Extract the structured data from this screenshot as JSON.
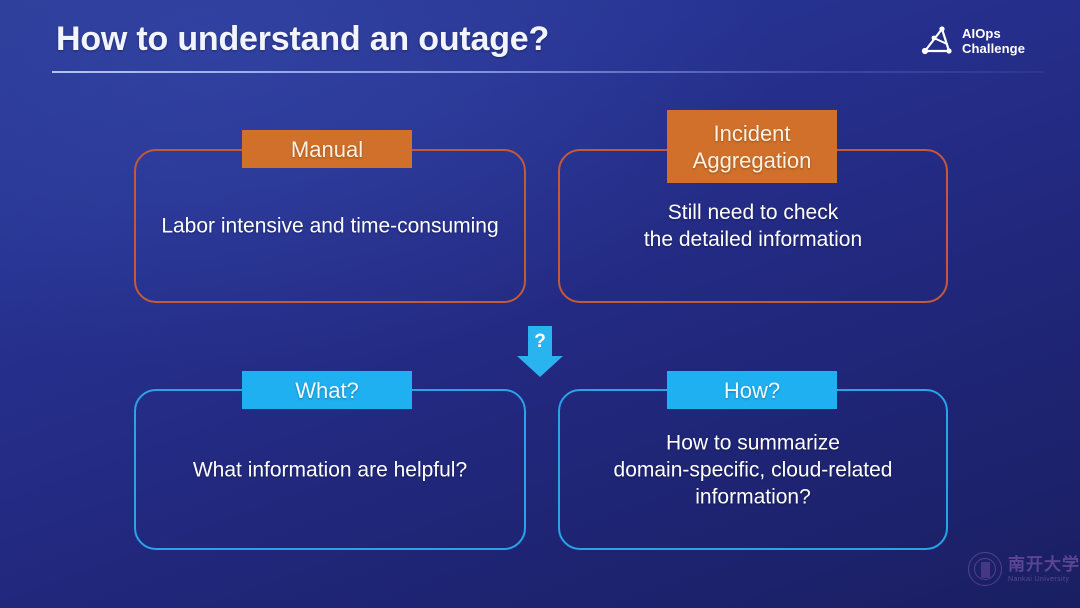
{
  "slide": {
    "title": "How to understand an outage?",
    "background_top": "#2a3a96",
    "background_bottom": "#1a1f62"
  },
  "brand": {
    "aiops_line1": "AIOps",
    "aiops_line2": "Challenge",
    "icon": "aiops-triangle-nodes-icon"
  },
  "footer_logo": {
    "name_cn": "南开大学",
    "name_en": "Nankai University",
    "icon": "nankai-seal-icon",
    "color": "#9a6bbd"
  },
  "colors": {
    "orange_tab": "#d1702a",
    "orange_border": "#c4593a",
    "cyan_tab": "#1eb0f0",
    "cyan_border": "#2aa4e8",
    "arrow": "#29b3ef"
  },
  "arrow": {
    "label": "?",
    "direction": "down"
  },
  "cards": [
    {
      "id": "manual",
      "tab": "Manual",
      "body": "Labor intensive and time-consuming",
      "style": "orange"
    },
    {
      "id": "incident-aggregation",
      "tab_line1": "Incident",
      "tab_line2": "Aggregation",
      "body_line1": "Still need to check",
      "body_line2": "the detailed information",
      "style": "orange"
    },
    {
      "id": "what",
      "tab": "What?",
      "body": "What information are helpful?",
      "style": "cyan"
    },
    {
      "id": "how",
      "tab": "How?",
      "body_line1": "How to summarize",
      "body_line2": "domain-specific, cloud-related",
      "body_line3": "information?",
      "style": "cyan"
    }
  ]
}
